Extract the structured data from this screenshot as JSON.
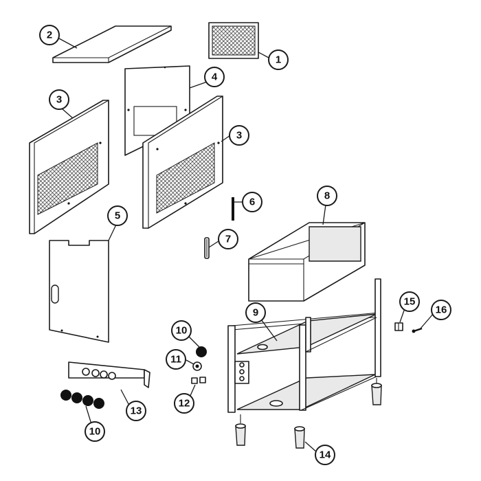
{
  "diagram": {
    "callouts": [
      {
        "id": "c1",
        "label": "1"
      },
      {
        "id": "c2",
        "label": "2"
      },
      {
        "id": "c3a",
        "label": "3"
      },
      {
        "id": "c3b",
        "label": "3"
      },
      {
        "id": "c4",
        "label": "4"
      },
      {
        "id": "c5",
        "label": "5"
      },
      {
        "id": "c6",
        "label": "6"
      },
      {
        "id": "c7",
        "label": "7"
      },
      {
        "id": "c8",
        "label": "8"
      },
      {
        "id": "c9",
        "label": "9"
      },
      {
        "id": "c10a",
        "label": "10"
      },
      {
        "id": "c10b",
        "label": "10"
      },
      {
        "id": "c11",
        "label": "11"
      },
      {
        "id": "c12",
        "label": "12"
      },
      {
        "id": "c13",
        "label": "13"
      },
      {
        "id": "c14",
        "label": "14"
      },
      {
        "id": "c15",
        "label": "15"
      },
      {
        "id": "c16",
        "label": "16"
      }
    ]
  }
}
